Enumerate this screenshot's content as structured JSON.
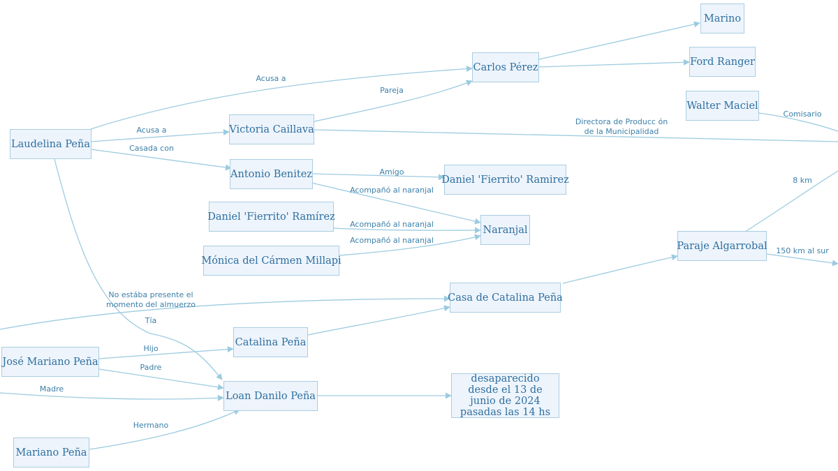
{
  "nodes": {
    "laudelina": "Laudelina Peña",
    "carlos": "Carlos Pérez",
    "marino": "Marino",
    "ford": "Ford Ranger",
    "walter": "Walter Maciel",
    "victoria": "Victoria Caillava",
    "antonio": "Antonio Benitez",
    "fierrito1": "Daniel 'Fierrito' Ramirez",
    "fierrito2": "Daniel 'Fierrito' Ramírez",
    "naranjal": "Naranjal",
    "monica": "Mónica del Cármen Millapi",
    "paraje": "Paraje Algarrobal",
    "casa": "Casa de Catalina Peña",
    "catalina": "Catalina Peña",
    "jose": "José Mariano Peña",
    "loan": "Loan Danilo Peña",
    "desaparecido": "desaparecido desde el 13 de junio de 2024 pasadas las 14 hs",
    "mariano": "Mariano Peña"
  },
  "edges": {
    "acusa_carlos": "Acusa a",
    "pareja": "Pareja",
    "acusa_victoria": "Acusa a",
    "casada": "Casada con",
    "comisario": "Comisario",
    "directora_1": "Directora de Producc ón",
    "directora_2": "de la Municipalidad",
    "amigo": "Amigo",
    "acomp_antonio": "Acompañó al naranjal",
    "acomp_fierrito": "Acompañó al naranjal",
    "acomp_monica": "Acompañó al naranjal",
    "km8": "8 km",
    "km150": "150 km al sur",
    "no_presente_1": "No estába presente el",
    "no_presente_2": "momento del almuerzo",
    "tia": "Tía",
    "hijo": "Hijo",
    "padre": "Padre",
    "madre": "Madre",
    "hermano": "Hermano"
  }
}
